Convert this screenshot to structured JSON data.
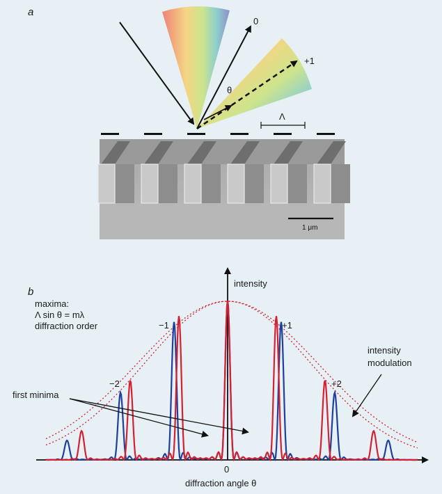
{
  "panel_a": {
    "label": "a",
    "order_zero": "0",
    "order_plus1": "+1",
    "theta": "θ",
    "period": "Λ",
    "scale_bar": "1 μm"
  },
  "panel_b": {
    "label": "b",
    "maxima_line1": "maxima:",
    "maxima_line2": "Λ sin θ = mλ",
    "maxima_line3": "diffraction order",
    "y_axis_label": "intensity",
    "x_axis_label": "diffraction angle θ",
    "x_origin": "0",
    "orders": [
      "−2",
      "−1",
      "+1",
      "+2"
    ],
    "first_minima": "first minima",
    "modulation_line1": "intensity",
    "modulation_line2": "modulation",
    "red_color": "#d42030",
    "blue_color": "#1f3f99"
  }
}
